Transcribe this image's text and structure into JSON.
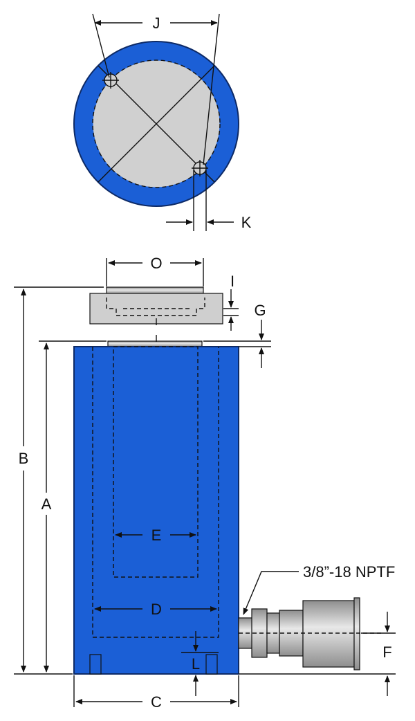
{
  "labels": {
    "J": "J",
    "K": "K",
    "O": "O",
    "I": "I",
    "G": "G",
    "B": "B",
    "A": "A",
    "E": "E",
    "D": "D",
    "C": "C",
    "L": "L",
    "F": "F",
    "port": "3/8”-18 NPTF"
  },
  "colors": {
    "body_blue": "#1b5fd6",
    "body_outline": "#0d2a66",
    "steel_gray": "#c8c8c8",
    "line": "#111111"
  }
}
